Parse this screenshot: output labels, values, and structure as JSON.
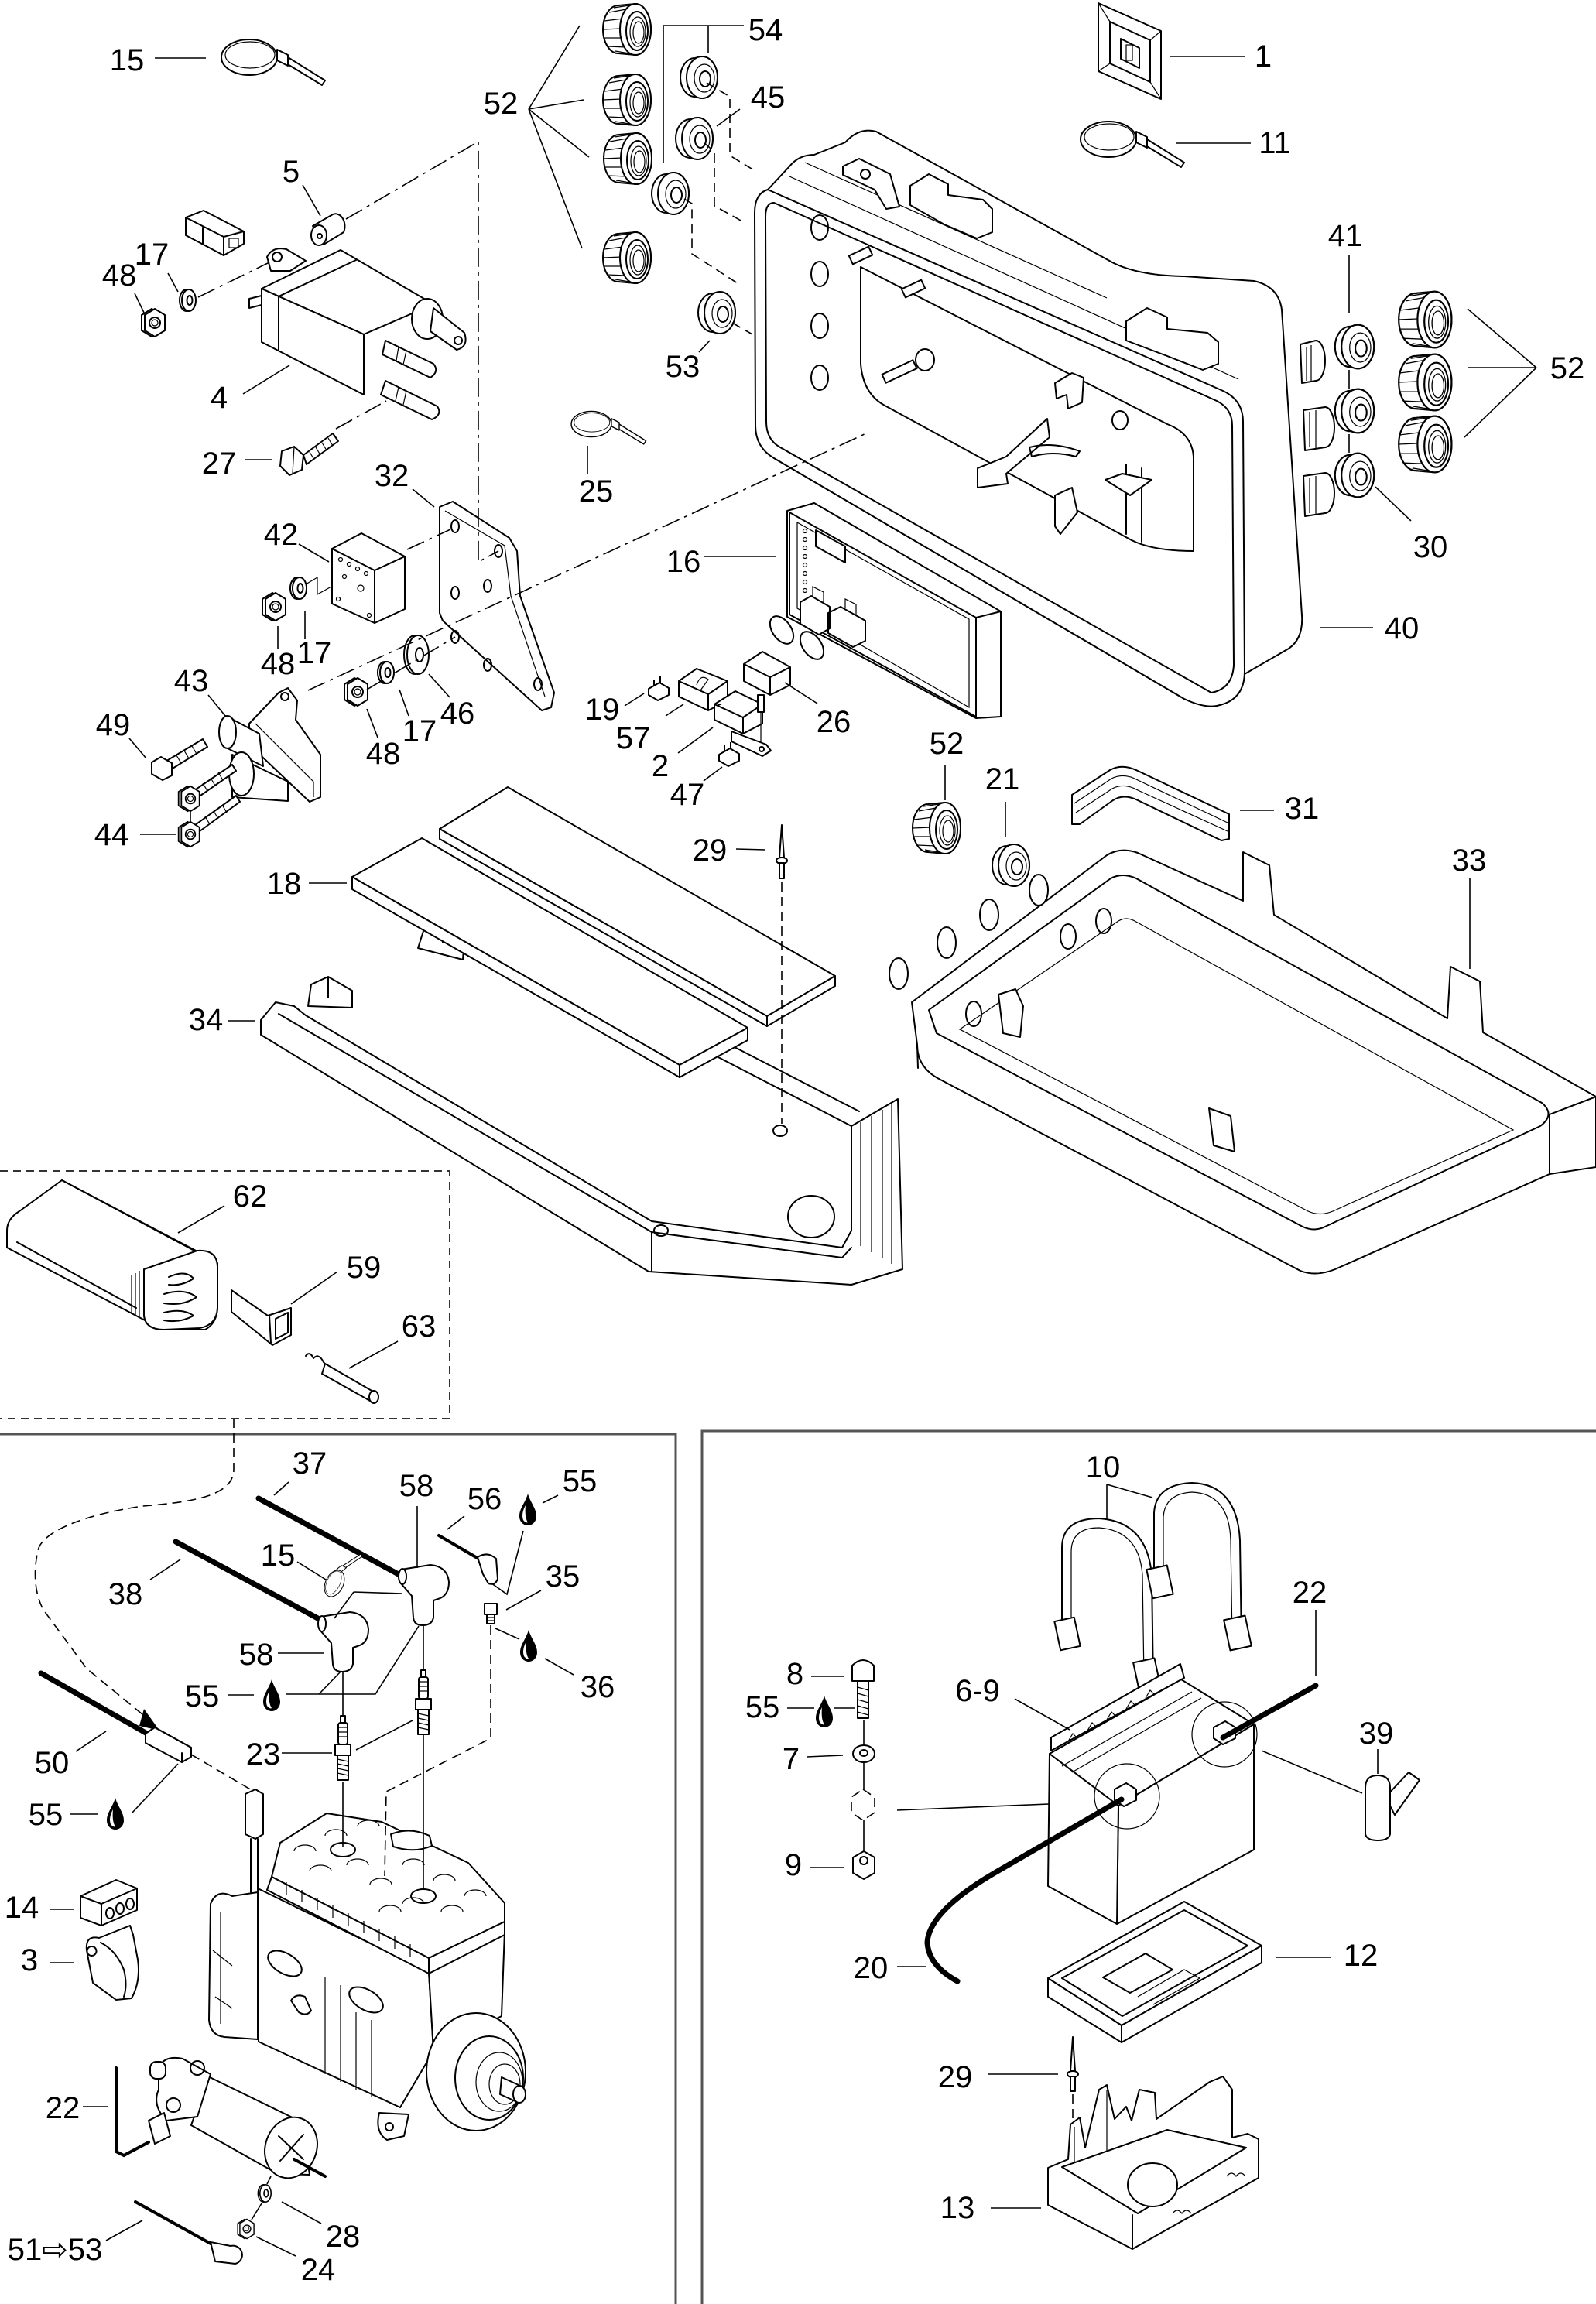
{
  "colors": {
    "line": "#000000",
    "background": "#ffffff",
    "panel_frame": "#555555"
  },
  "icons": {
    "lubricant": "drop-icon",
    "range_arrow": "⇨"
  },
  "main": {
    "callouts": [
      {
        "text": "15"
      },
      {
        "text": "52"
      },
      {
        "text": "54"
      },
      {
        "text": "45"
      },
      {
        "text": "5"
      },
      {
        "text": "17"
      },
      {
        "text": "48"
      },
      {
        "text": "4"
      },
      {
        "text": "27"
      },
      {
        "text": "53"
      },
      {
        "text": "25"
      },
      {
        "text": "32"
      },
      {
        "text": "42"
      },
      {
        "text": "48"
      },
      {
        "text": "17"
      },
      {
        "text": "43"
      },
      {
        "text": "49"
      },
      {
        "text": "48"
      },
      {
        "text": "17"
      },
      {
        "text": "46"
      },
      {
        "text": "44"
      },
      {
        "text": "1"
      },
      {
        "text": "11"
      },
      {
        "text": "41"
      },
      {
        "text": "52"
      },
      {
        "text": "30"
      },
      {
        "text": "40"
      },
      {
        "text": "16"
      },
      {
        "text": "19"
      },
      {
        "text": "57"
      },
      {
        "text": "2"
      },
      {
        "text": "26"
      },
      {
        "text": "47"
      },
      {
        "text": "52"
      },
      {
        "text": "21"
      },
      {
        "text": "31"
      },
      {
        "text": "33"
      },
      {
        "text": "29"
      },
      {
        "text": "18"
      },
      {
        "text": "34"
      }
    ]
  },
  "inset": {
    "callouts": [
      {
        "text": "62"
      },
      {
        "text": "59"
      },
      {
        "text": "63"
      }
    ]
  },
  "engine": {
    "callouts": [
      {
        "text": "37"
      },
      {
        "text": "58"
      },
      {
        "text": "56"
      },
      {
        "text": "55",
        "symbol": "drop-icon"
      },
      {
        "text": "15"
      },
      {
        "text": "35"
      },
      {
        "text": "38"
      },
      {
        "text": "58"
      },
      {
        "text": "55",
        "symbol": "drop-icon"
      },
      {
        "text": "36",
        "symbol": "drop-icon"
      },
      {
        "text": "23"
      },
      {
        "text": "50"
      },
      {
        "text": "55",
        "symbol": "drop-icon"
      },
      {
        "text": "14"
      },
      {
        "text": "3"
      },
      {
        "text": "22"
      },
      {
        "text": "28"
      },
      {
        "text": "24"
      },
      {
        "text": "51⇨53"
      }
    ]
  },
  "battery": {
    "callouts": [
      {
        "text": "10"
      },
      {
        "text": "22"
      },
      {
        "text": "8"
      },
      {
        "text": "55",
        "symbol": "drop-icon"
      },
      {
        "text": "6-9"
      },
      {
        "text": "39"
      },
      {
        "text": "7"
      },
      {
        "text": "9"
      },
      {
        "text": "20"
      },
      {
        "text": "12"
      },
      {
        "text": "29"
      },
      {
        "text": "13"
      }
    ]
  }
}
